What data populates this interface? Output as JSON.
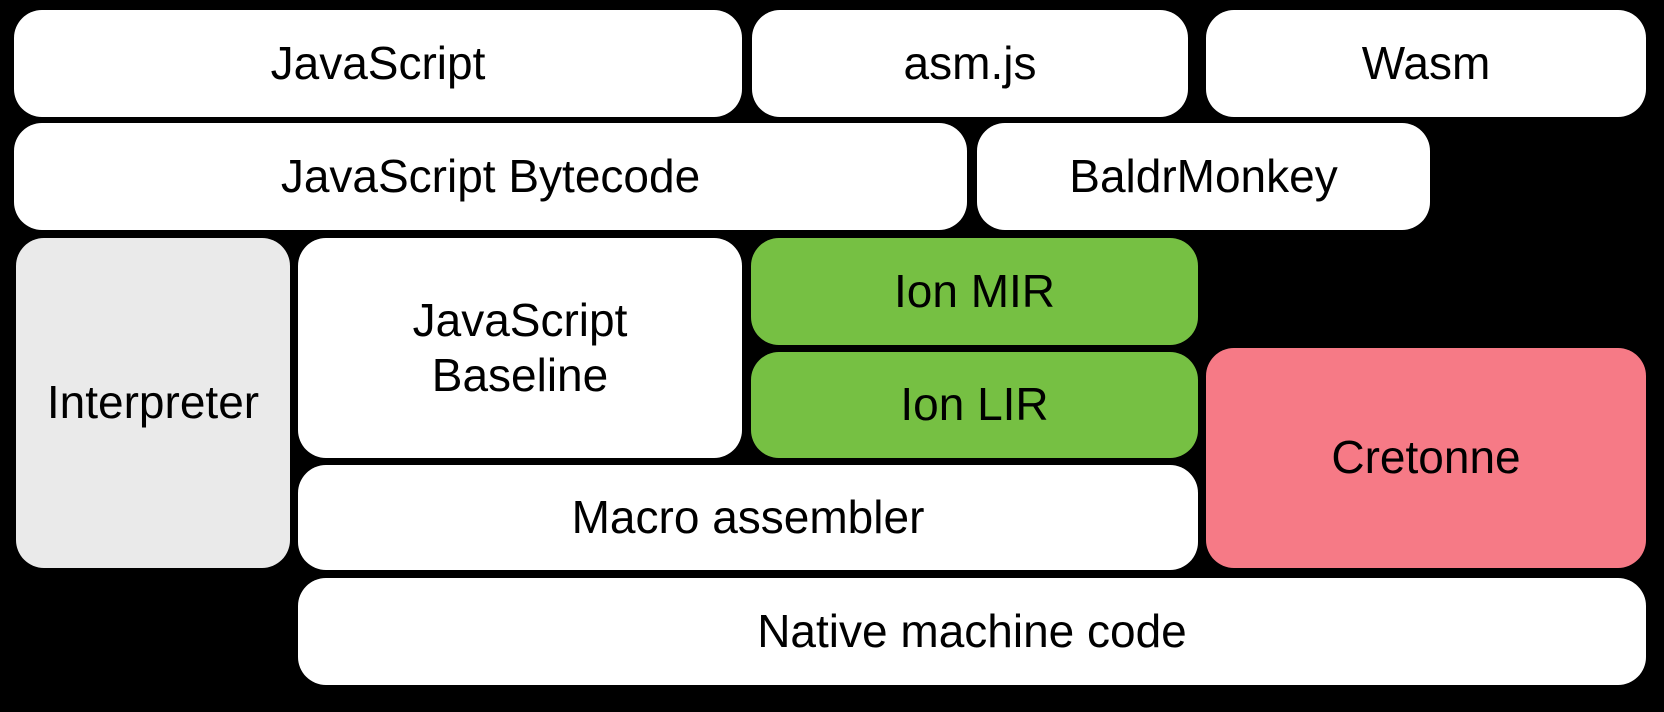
{
  "diagram": {
    "description": "Compiler pipeline block diagram",
    "background_color": "#000000",
    "text_color": "#000000",
    "colors": {
      "white_box": "#ffffff",
      "gray_box": "#eaeaea",
      "green_box": "#76c043",
      "pink_box": "#f67a86"
    },
    "boxes": [
      {
        "id": "javascript",
        "label": "JavaScript",
        "color": "#ffffff"
      },
      {
        "id": "asmjs",
        "label": "asm.js",
        "color": "#ffffff"
      },
      {
        "id": "wasm",
        "label": "Wasm",
        "color": "#ffffff"
      },
      {
        "id": "javascript-bytecode",
        "label": "JavaScript Bytecode",
        "color": "#ffffff"
      },
      {
        "id": "baldrmonkey",
        "label": "BaldrMonkey",
        "color": "#ffffff"
      },
      {
        "id": "interpreter",
        "label": "Interpreter",
        "color": "#eaeaea"
      },
      {
        "id": "javascript-baseline",
        "label": "JavaScript Baseline",
        "color": "#ffffff"
      },
      {
        "id": "ion-mir",
        "label": "Ion MIR",
        "color": "#76c043"
      },
      {
        "id": "ion-lir",
        "label": "Ion LIR",
        "color": "#76c043"
      },
      {
        "id": "cretonne",
        "label": "Cretonne",
        "color": "#f67a86"
      },
      {
        "id": "macro-assembler",
        "label": "Macro assembler",
        "color": "#ffffff"
      },
      {
        "id": "native-machine-code",
        "label": "Native machine code",
        "color": "#ffffff"
      }
    ]
  }
}
